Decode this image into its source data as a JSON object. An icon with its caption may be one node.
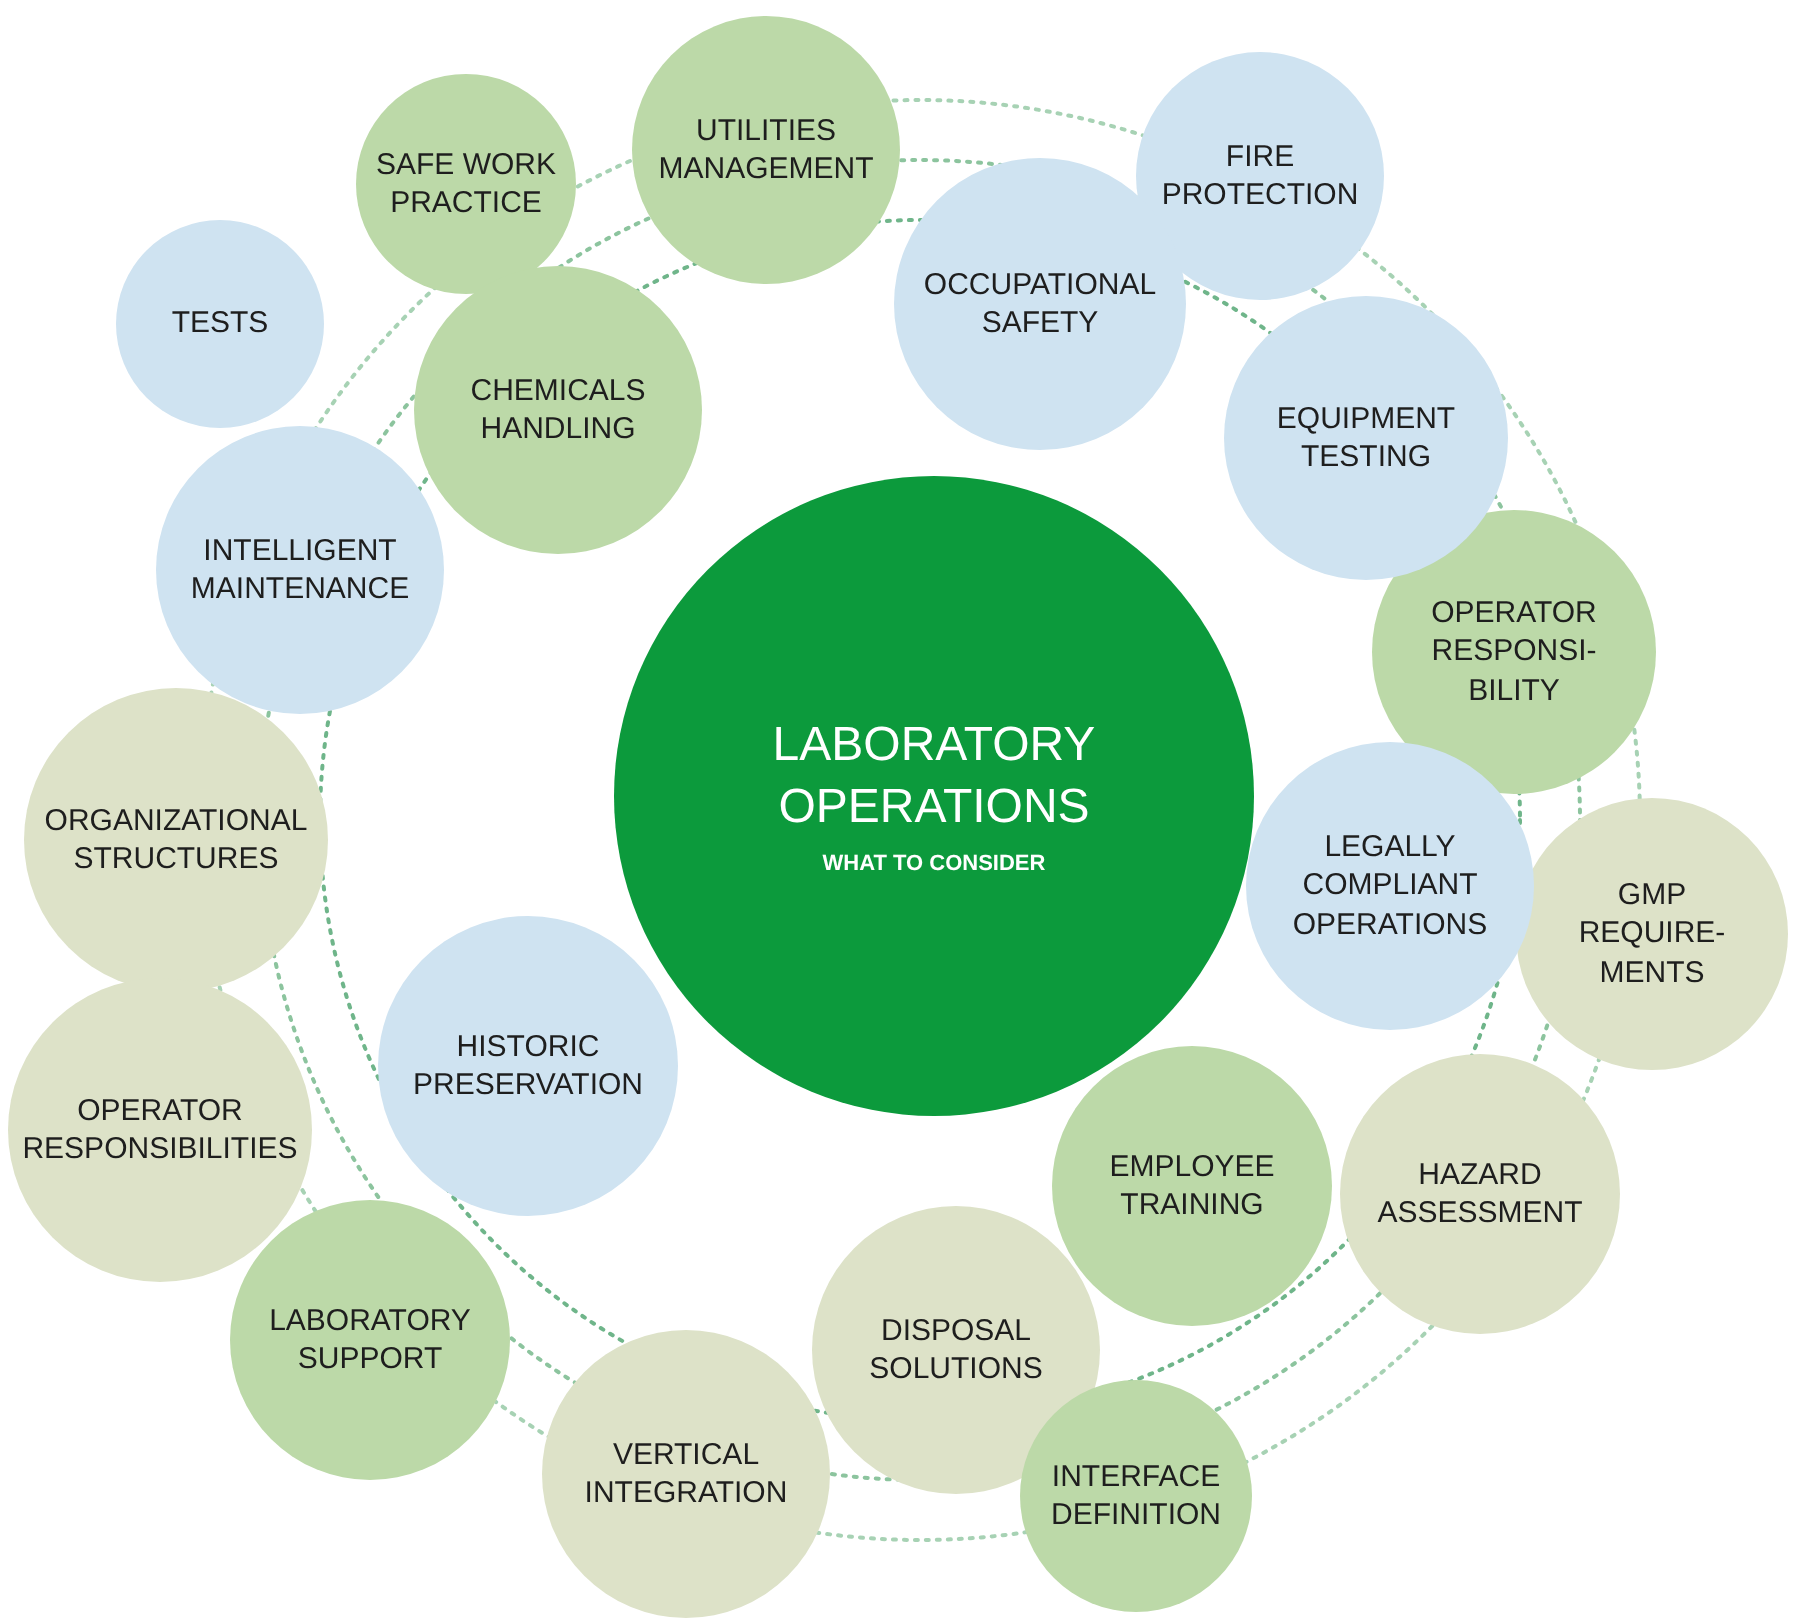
{
  "diagram": {
    "nodes": [
      {
        "text": [
          "LABORATORY OPERATIONS",
          "WHAT TO CONSIDER"
        ]
      },
      {
        "text": [
          "SAFE WORK PRACTICE"
        ]
      },
      {
        "text": [
          "UTILITIES MANAGEMENT"
        ]
      },
      {
        "text": [
          "FIRE PROTECTION"
        ]
      },
      {
        "text": [
          "OCCUPATIONAL SAFETY"
        ]
      },
      {
        "text": [
          "TESTS"
        ]
      },
      {
        "text": [
          "CHEMICALS HANDLING"
        ]
      },
      {
        "text": [
          "EQUIPMENT TESTING"
        ]
      },
      {
        "text": [
          "INTELLIGENT MAINTENANCE"
        ]
      },
      {
        "text": [
          "OPERATOR RESPONSI- BILITY"
        ]
      },
      {
        "text": [
          "ORGANIZATIONAL STRUCTURES"
        ]
      },
      {
        "text": [
          "LEGALLY COMPLIANT OPERATIONS"
        ]
      },
      {
        "text": [
          "GMP REQUIRE- MENTS"
        ]
      },
      {
        "text": [
          "HISTORIC PRESERVATION"
        ]
      },
      {
        "text": [
          "OPERATOR RESPONSIBILITIES"
        ]
      },
      {
        "text": [
          "EMPLOYEE TRAINING"
        ]
      },
      {
        "text": [
          "HAZARD ASSESSMENT"
        ]
      },
      {
        "text": [
          "LABORATORY SUPPORT"
        ]
      },
      {
        "text": [
          "DISPOSAL SOLUTIONS"
        ]
      },
      {
        "text": [
          "VERTICAL INTEGRATION"
        ]
      },
      {
        "text": [
          "INTERFACE DEFINITION"
        ]
      }
    ]
  }
}
